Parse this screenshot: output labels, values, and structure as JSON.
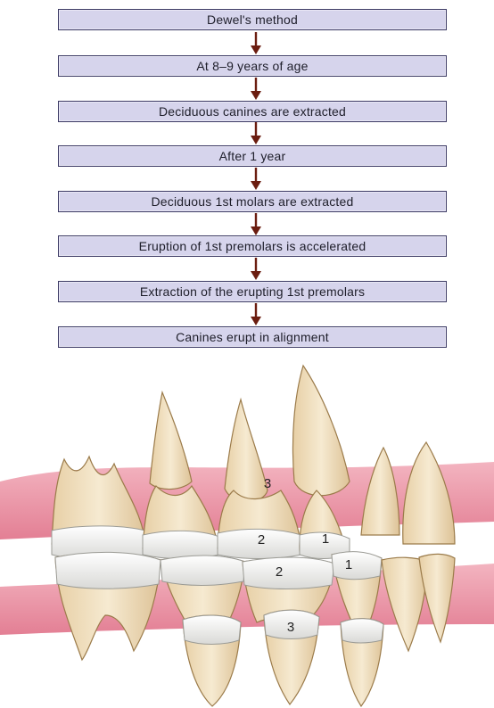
{
  "flowchart": {
    "steps": [
      "Dewel's method",
      "At 8–9 years of age",
      "Deciduous canines are extracted",
      "After 1 year",
      "Deciduous 1st molars are extracted",
      "Eruption of 1st premolars is accelerated",
      "Extraction of the erupting 1st premolars",
      "Canines erupt in alignment"
    ]
  },
  "illustration": {
    "tooth_labels": {
      "upper_premolar_3": "3",
      "upper_premolar_2": "2",
      "upper_premolar_1": "1",
      "lower_premolar_1": "1",
      "lower_premolar_2": "2",
      "lower_premolar_3": "3"
    }
  },
  "colors": {
    "box_fill": "#d6d4ec",
    "box_border": "#3c3a64",
    "arrow": "#6b1d10",
    "gum": "#e8889a",
    "tooth": "#f1e2c4",
    "crown": "#f7f7f4"
  }
}
